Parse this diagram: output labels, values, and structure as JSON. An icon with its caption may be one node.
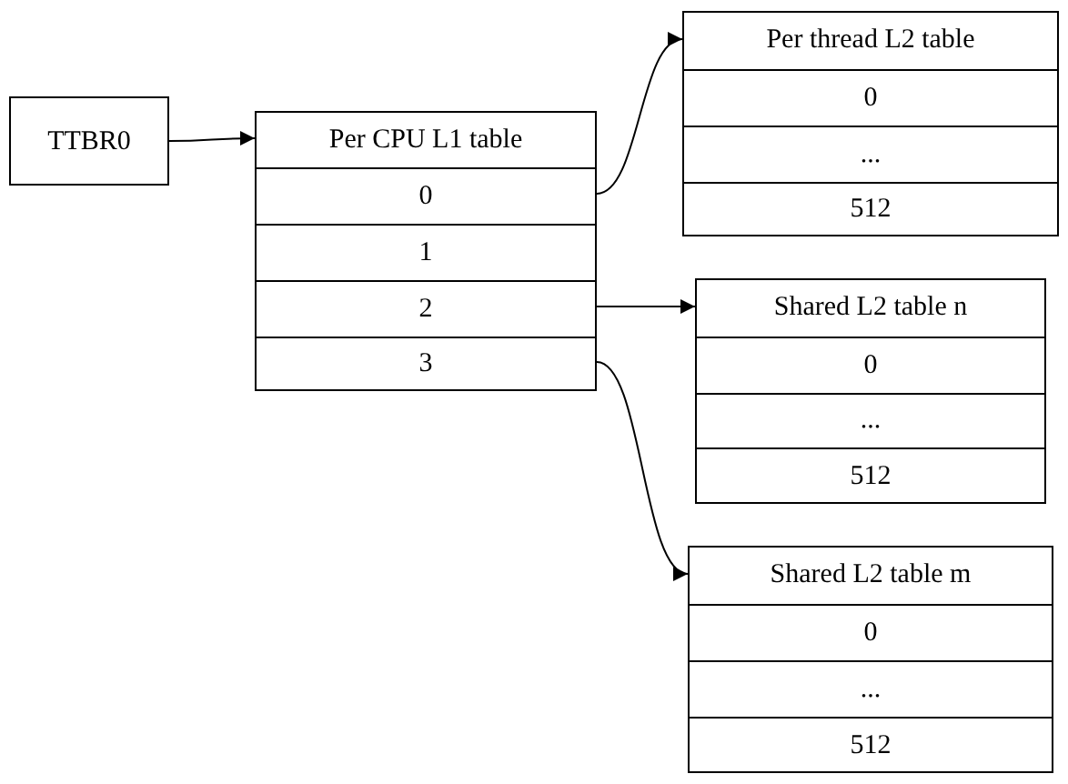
{
  "diagram": {
    "nodes": [
      {
        "text": [
          "TTBR0"
        ]
      },
      {
        "text": [
          "Per CPU L1 table"
        ]
      },
      {
        "text": [
          "0"
        ],
        "in": 1
      },
      {
        "text": [
          "1"
        ],
        "in": 1
      },
      {
        "text": [
          "2"
        ],
        "in": 1
      },
      {
        "text": [
          "3"
        ],
        "in": 1
      },
      {
        "text": [
          "Per thread L2 table"
        ]
      },
      {
        "text": [
          "0"
        ],
        "in": 6
      },
      {
        "text": [
          "..."
        ],
        "in": 6
      },
      {
        "text": [
          "512"
        ],
        "in": 6
      },
      {
        "text": [
          "Shared L2 table n"
        ]
      },
      {
        "text": [
          "0"
        ],
        "in": 10
      },
      {
        "text": [
          "..."
        ],
        "in": 10
      },
      {
        "text": [
          "512"
        ],
        "in": 10
      },
      {
        "text": [
          "Shared L2 table m"
        ]
      },
      {
        "text": [
          "0"
        ],
        "in": 14
      },
      {
        "text": [
          "..."
        ],
        "in": 14
      },
      {
        "text": [
          "512"
        ],
        "in": 14
      }
    ],
    "edges": [
      {
        "from": 0,
        "to": 1,
        "arrow": "to"
      },
      {
        "from": 2,
        "to": 6,
        "arrow": "to"
      },
      {
        "from": 4,
        "to": 10,
        "arrow": "to"
      },
      {
        "from": 5,
        "to": 14,
        "arrow": "to"
      }
    ]
  }
}
